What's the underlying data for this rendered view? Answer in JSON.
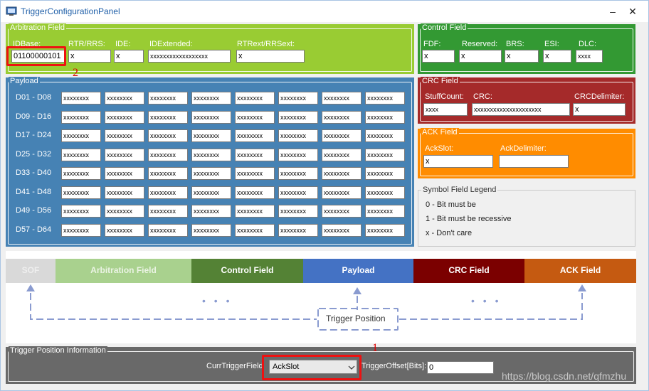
{
  "window": {
    "title": "TriggerConfigurationPanel",
    "minimize_glyph": "–",
    "close_glyph": "✕"
  },
  "arbitration": {
    "title": "Arbitration Field",
    "labels": [
      "IDBase:",
      "RTR/RRS:",
      "IDE:",
      "IDExtended:",
      "RTRext/RRSext:"
    ],
    "values": [
      "01100000101",
      "x",
      "x",
      "xxxxxxxxxxxxxxxxxx",
      "x"
    ]
  },
  "control": {
    "title": "Control Field",
    "labels": [
      "FDF:",
      "Reserved:",
      "BRS:",
      "ESI:",
      "DLC:"
    ],
    "values": [
      "x",
      "x",
      "x",
      "x",
      "xxxx"
    ]
  },
  "payload": {
    "title": "Payload",
    "rows": [
      {
        "label": "D01 - D08",
        "cells": [
          "xxxxxxxx",
          "xxxxxxxx",
          "xxxxxxxx",
          "xxxxxxxx",
          "xxxxxxxx",
          "xxxxxxxx",
          "xxxxxxxx",
          "xxxxxxxx"
        ]
      },
      {
        "label": "D09 - D16",
        "cells": [
          "xxxxxxxx",
          "xxxxxxxx",
          "xxxxxxxx",
          "xxxxxxxx",
          "xxxxxxxx",
          "xxxxxxxx",
          "xxxxxxxx",
          "xxxxxxxx"
        ]
      },
      {
        "label": "D17 - D24",
        "cells": [
          "xxxxxxxx",
          "xxxxxxxx",
          "xxxxxxxx",
          "xxxxxxxx",
          "xxxxxxxx",
          "xxxxxxxx",
          "xxxxxxxx",
          "xxxxxxxx"
        ]
      },
      {
        "label": "D25 - D32",
        "cells": [
          "xxxxxxxx",
          "xxxxxxxx",
          "xxxxxxxx",
          "xxxxxxxx",
          "xxxxxxxx",
          "xxxxxxxx",
          "xxxxxxxx",
          "xxxxxxxx"
        ]
      },
      {
        "label": "D33 - D40",
        "cells": [
          "xxxxxxxx",
          "xxxxxxxx",
          "xxxxxxxx",
          "xxxxxxxx",
          "xxxxxxxx",
          "xxxxxxxx",
          "xxxxxxxx",
          "xxxxxxxx"
        ]
      },
      {
        "label": "D41 - D48",
        "cells": [
          "xxxxxxxx",
          "xxxxxxxx",
          "xxxxxxxx",
          "xxxxxxxx",
          "xxxxxxxx",
          "xxxxxxxx",
          "xxxxxxxx",
          "xxxxxxxx"
        ]
      },
      {
        "label": "D49 - D56",
        "cells": [
          "xxxxxxxx",
          "xxxxxxxx",
          "xxxxxxxx",
          "xxxxxxxx",
          "xxxxxxxx",
          "xxxxxxxx",
          "xxxxxxxx",
          "xxxxxxxx"
        ]
      },
      {
        "label": "D57 - D64",
        "cells": [
          "xxxxxxxx",
          "xxxxxxxx",
          "xxxxxxxx",
          "xxxxxxxx",
          "xxxxxxxx",
          "xxxxxxxx",
          "xxxxxxxx",
          "xxxxxxxx"
        ]
      }
    ]
  },
  "crc": {
    "title": "CRC Field",
    "labels": [
      "StuffCount:",
      "CRC:",
      "CRCDelimiter:"
    ],
    "values": [
      "xxxx",
      "xxxxxxxxxxxxxxxxxxxxx",
      "x"
    ]
  },
  "ack": {
    "title": "ACK Field",
    "labels": [
      "AckSlot:",
      "AckDelimiter:"
    ],
    "values": [
      "x",
      ""
    ]
  },
  "symbol_legend": {
    "title": "Symbol Field Legend",
    "lines": [
      "0 - Bit must be",
      "1 - Bit must be recessive",
      "x - Don't care"
    ]
  },
  "frame_bar": {
    "segments": [
      {
        "label": "SOF",
        "color": "#d9d9d9",
        "text_color": "#eeeeee"
      },
      {
        "label": "Arbitration Field",
        "color": "#a9d18e",
        "text_color": "#eaf3e3"
      },
      {
        "label": "Control Field",
        "color": "#548235",
        "text_color": "#ffffff"
      },
      {
        "label": "Payload",
        "color": "#4472c4",
        "text_color": "#ffffff"
      },
      {
        "label": "CRC Field",
        "color": "#7b0000",
        "text_color": "#ffffff"
      },
      {
        "label": "ACK Field",
        "color": "#c55a11",
        "text_color": "#ffffff"
      }
    ],
    "ellipsis": "• • •",
    "trigger_label": "Trigger Position"
  },
  "trigger_info": {
    "title": "Trigger Position Information",
    "curr_label": "CurrTriggerField",
    "curr_value": "AckSlot",
    "offset_label": "TriggerOffset[Bits]:",
    "offset_value": "0"
  },
  "annotations": {
    "num1": "1",
    "num2": "2"
  },
  "watermark": "https://blog.csdn.net/qfmzhu",
  "colors": {
    "arbitration": "#99cc33",
    "control": "#339933",
    "payload": "#4682b4",
    "crc": "#a52a2a",
    "ack": "#ff8c00",
    "trigger_info": "#696969",
    "highlight": "#ee1111"
  }
}
